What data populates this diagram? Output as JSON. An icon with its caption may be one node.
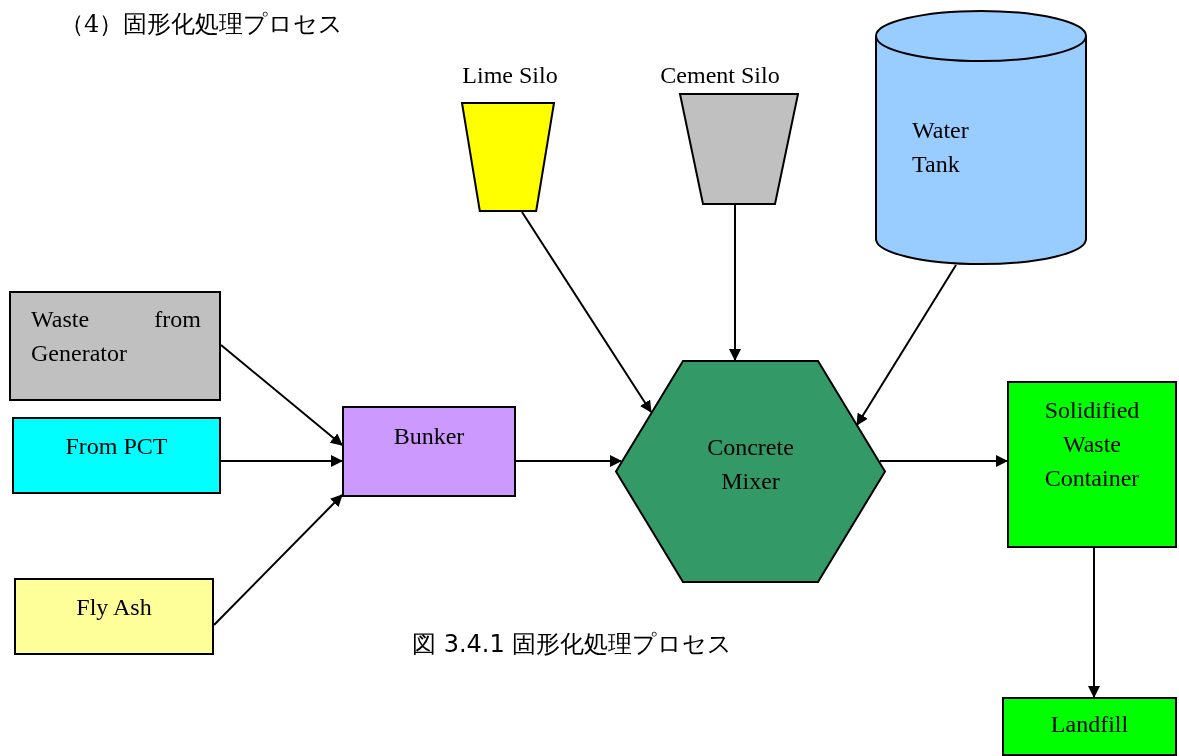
{
  "diagram": {
    "title": "（4）固形化処理プロセス",
    "caption": "図 3.4.1 固形化処理プロセス",
    "nodes": [
      {
        "text": [
          "Lime Silo"
        ]
      },
      {
        "text": [
          "Cement Silo"
        ]
      },
      {
        "text": [
          "Water Tank"
        ]
      },
      {
        "text": [
          "Waste from Generator"
        ]
      },
      {
        "text": [
          "From PCT"
        ]
      },
      {
        "text": [
          "Fly Ash"
        ]
      },
      {
        "text": [
          "Bunker"
        ]
      },
      {
        "text": [
          "Concrete Mixer"
        ]
      },
      {
        "text": [
          "Solidified Waste Container"
        ]
      },
      {
        "text": [
          "Landfill"
        ]
      }
    ],
    "edges": [
      {
        "from": 3,
        "to": 6,
        "arrow": "to"
      },
      {
        "from": 4,
        "to": 6,
        "arrow": "to"
      },
      {
        "from": 5,
        "to": 6,
        "arrow": "to"
      },
      {
        "from": 6,
        "to": 7,
        "arrow": "to"
      },
      {
        "from": 0,
        "to": 7,
        "arrow": "to"
      },
      {
        "from": 1,
        "to": 7,
        "arrow": "to"
      },
      {
        "from": 2,
        "to": 7,
        "arrow": "to"
      },
      {
        "from": 7,
        "to": 8,
        "arrow": "to"
      },
      {
        "from": 8,
        "to": 9,
        "arrow": "to"
      }
    ]
  }
}
